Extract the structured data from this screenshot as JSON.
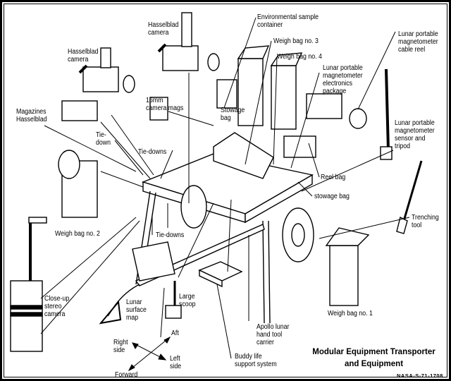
{
  "title": {
    "line1": "Modular Equipment Transporter",
    "line2": "and Equipment"
  },
  "figure_code": "NASA-S-71-1708",
  "labels": {
    "env_sample": "Environmental sample\ncontainer",
    "hasselblad_top": "Hasselblad\ncamera",
    "weigh3": "Weigh bag no. 3",
    "cable_reel": "Lunar portable\nmagnetometer\ncable reel",
    "hasselblad_left": "Hasselblad\ncamera",
    "weigh4": "Weigh bag no. 4",
    "electronics": "Lunar portable\nmagnetometer\nelectronics\npackage",
    "mags16": "16mm\ncamera mags",
    "magazines": "Magazines\nHasselblad",
    "stowage_bag": "Stowage\nbag",
    "tiedowns_top": "Tie-downs",
    "tiedown": "Tie-\ndown",
    "reel_bag": "Reel bag",
    "sensor": "Lunar portable\nmagnetometer\nsensor and\ntripod",
    "stowage_bag2": "stowage bag",
    "weigh2": "Weigh bag no. 2",
    "tiedowns_bottom": "Tie-downs",
    "trenching": "Trenching\ntool",
    "stereo": "Close-up\nstereo\ncamera",
    "surface_map": "Lunar\nsurface\nmap",
    "scoop": "Large\nscoop",
    "weigh1": "Weigh bag no. 1",
    "tool_carrier": "Apollo lunar\nhand tool\ncarrier",
    "buddy": "Buddy life\nsupport system"
  },
  "compass": {
    "aft": "Aft",
    "right": "Right\nside",
    "left": "Left\nside",
    "forward": "Forward"
  }
}
